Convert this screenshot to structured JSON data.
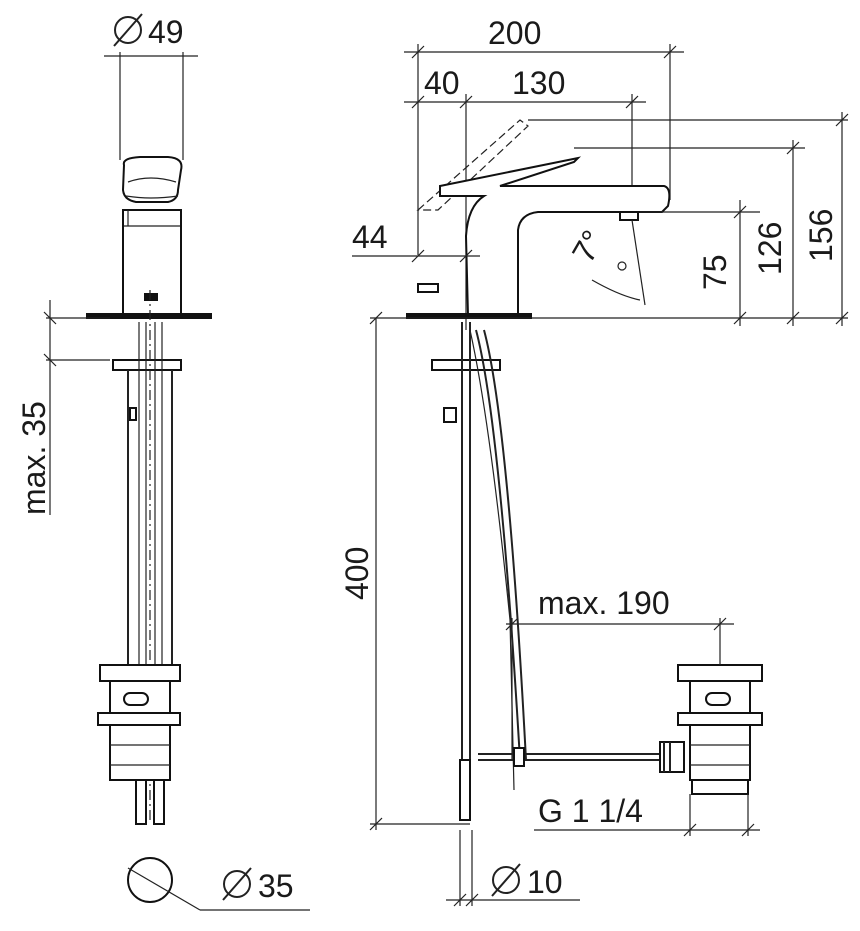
{
  "dimensions": {
    "diameter_49": "49",
    "max_35": "max. 35",
    "diameter_35": "35",
    "width_200": "200",
    "width_40": "40",
    "width_130": "130",
    "height_44": "44",
    "angle_7": "7°",
    "height_75": "75",
    "height_126": "126",
    "height_156": "156",
    "length_400": "400",
    "max_190": "max. 190",
    "thread_g114": "G 1 1/4",
    "diameter_10": "10"
  },
  "symbols": {
    "diameter": "diameter-symbol"
  },
  "colors": {
    "line": "#111111",
    "background": "#ffffff"
  }
}
